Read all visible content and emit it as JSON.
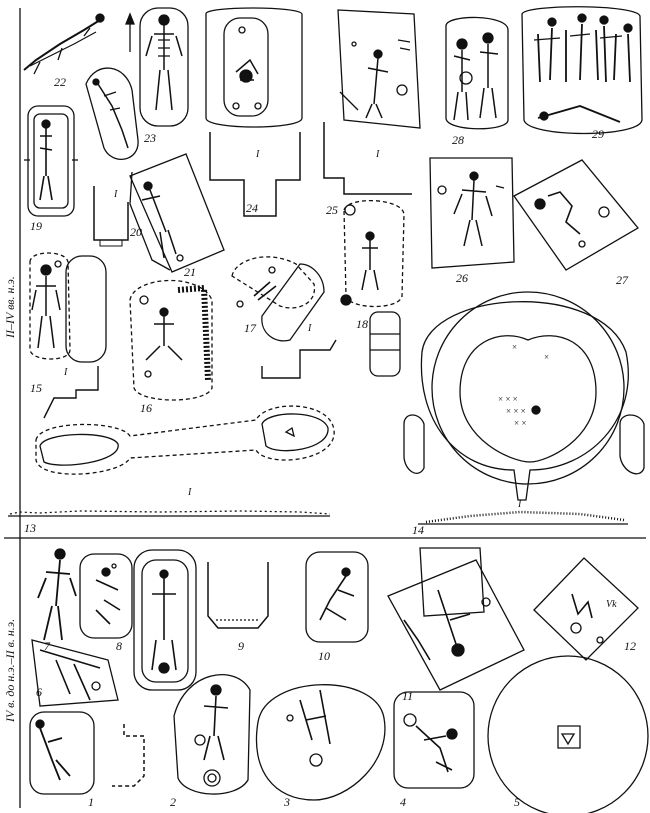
{
  "figure_numbers": [
    "1",
    "2",
    "3",
    "4",
    "5",
    "6",
    "7",
    "8",
    "9",
    "10",
    "11",
    "12",
    "13",
    "14",
    "15",
    "16",
    "17",
    "18",
    "19",
    "20",
    "21",
    "22",
    "23",
    "24",
    "25",
    "26",
    "27",
    "28",
    "29"
  ],
  "period_labels": {
    "upper": "II–IV вв. н.э.",
    "lower": "IV в. до н.э.–II в. н.э."
  },
  "section_marks": {
    "mark_20": "I",
    "mark_24": "I",
    "mark_25": "I",
    "mark_13": "I",
    "mark_14": "I",
    "mark_17": "I",
    "mark_15": "I"
  },
  "annotation_12": "Vk"
}
